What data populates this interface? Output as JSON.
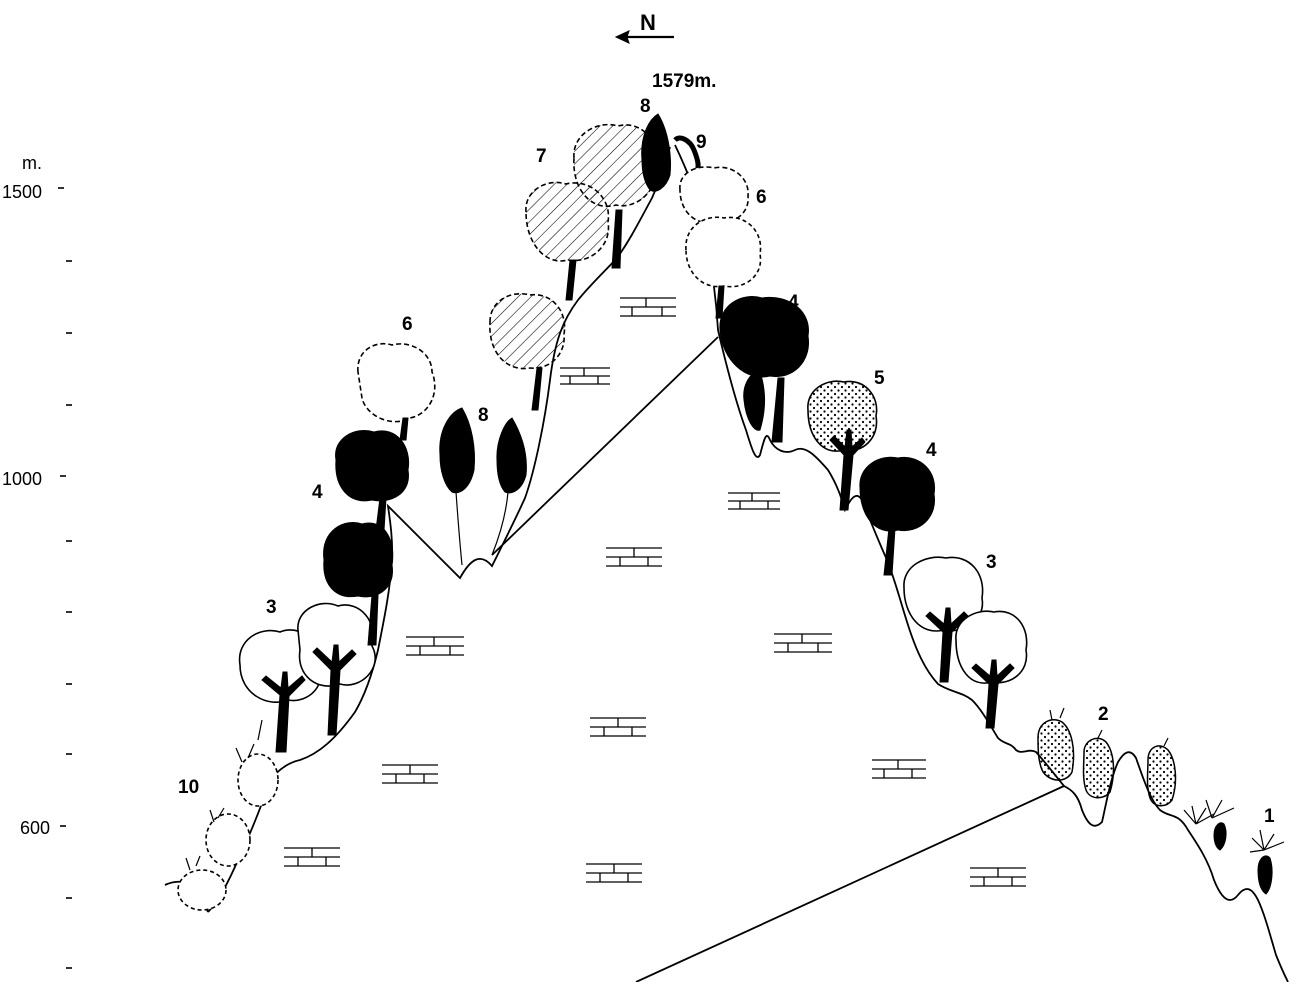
{
  "compass": {
    "label": "N"
  },
  "summit": {
    "label": "1579m."
  },
  "altitude_axis": {
    "unit": "m.",
    "ticks": [
      "1500",
      "1000",
      "600"
    ]
  },
  "vegetation_labels": {
    "l1": "1",
    "l2": "2",
    "l3_south": "3",
    "l3_north": "3",
    "l4_south": "4",
    "l4_north_upper": "4",
    "l4_north_lower": "4",
    "l5": "5",
    "l6_south": "6",
    "l6_north": "6",
    "l7": "7",
    "l8_south": "8",
    "l8_summit": "8",
    "l9": "9",
    "l10": "10"
  },
  "colors": {
    "ink": "#000000",
    "paper": "#ffffff"
  }
}
